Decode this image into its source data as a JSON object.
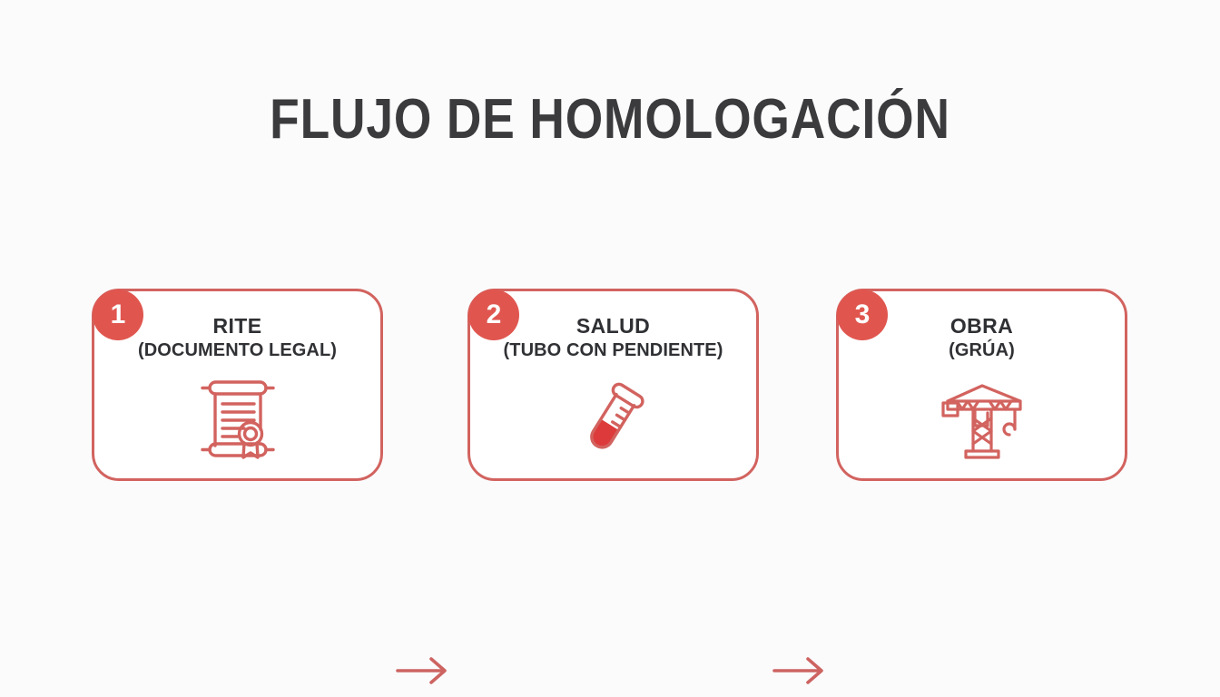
{
  "page": {
    "title": "FLUJO DE HOMOLOGACIÓN",
    "background_color": "#fbfbfc",
    "accent_color": "#d2635f",
    "badge_color": "#e0564f",
    "text_color": "#2f3033"
  },
  "steps": [
    {
      "number": "1",
      "title": "RITE",
      "subtitle": "(DOCUMENTO LEGAL)",
      "icon": "certificate-scroll-icon"
    },
    {
      "number": "2",
      "title": "SALUD",
      "subtitle": "(TUBO CON PENDIENTE)",
      "icon": "test-tube-icon"
    },
    {
      "number": "3",
      "title": "OBRA",
      "subtitle": "(GRÚA)",
      "icon": "tower-crane-icon"
    }
  ],
  "connectors": [
    {
      "name": "arrow-step1-to-step2",
      "direction": "right"
    },
    {
      "name": "arrow-step2-to-step3",
      "direction": "right"
    }
  ]
}
